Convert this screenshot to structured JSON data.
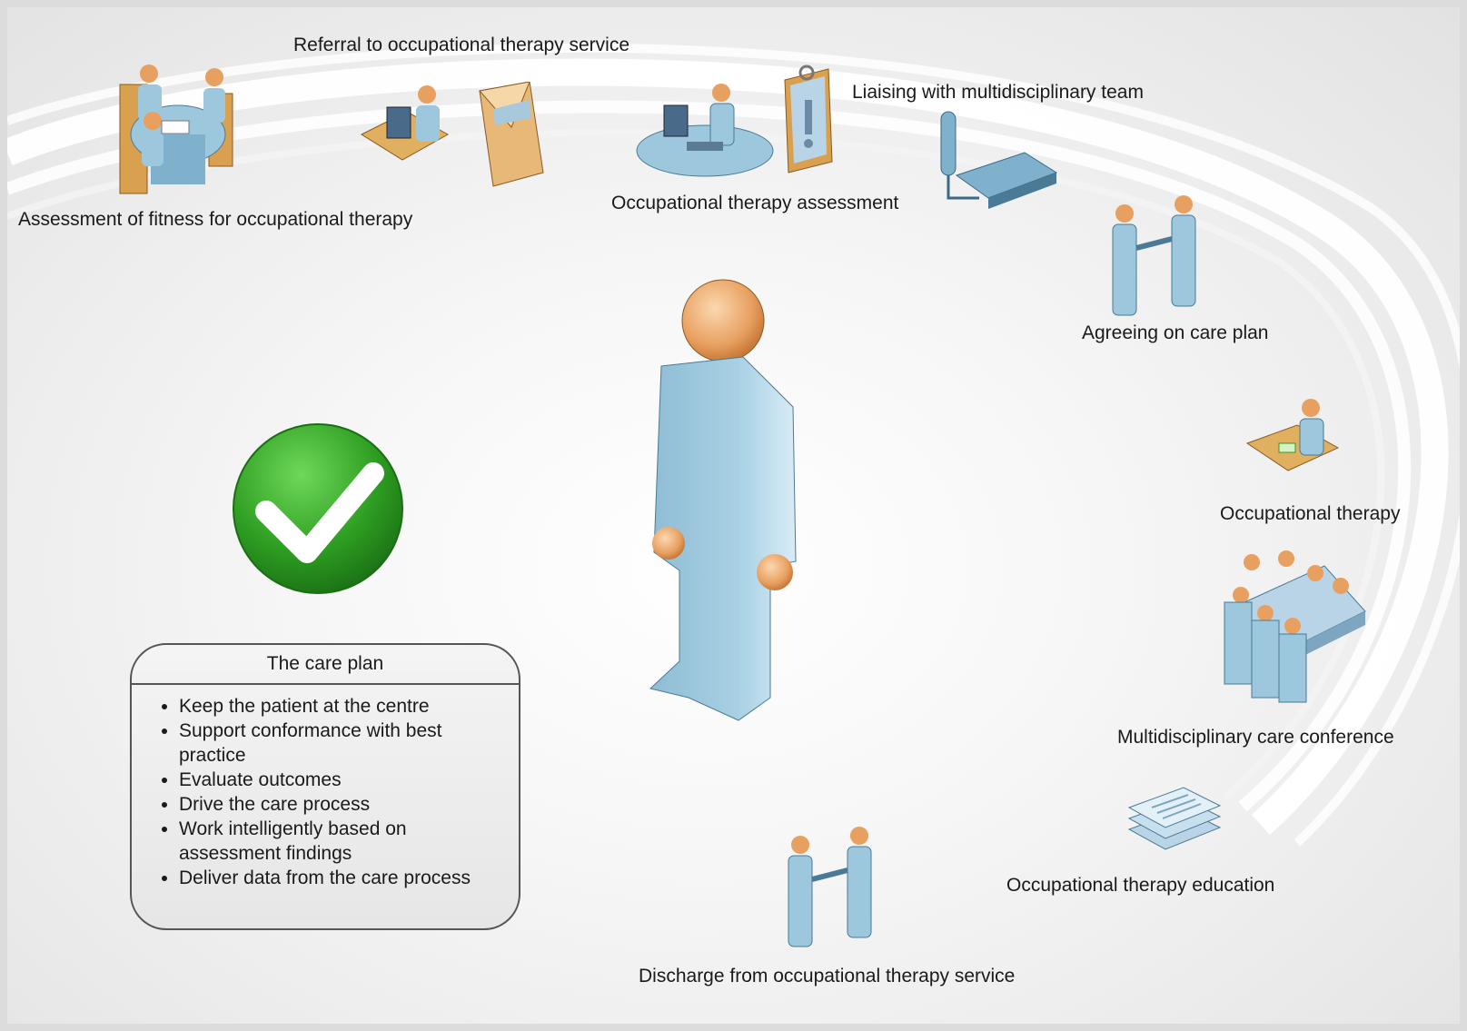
{
  "steps": {
    "referral": "Referral to occupational therapy service",
    "fitness": "Assessment of fitness for occupational therapy",
    "assessment": "Occupational therapy assessment",
    "liaising": "Liaising with multidisciplinary team",
    "agreeing": "Agreeing on care plan",
    "therapy": "Occupational therapy",
    "conference": "Multidisciplinary care conference",
    "education": "Occupational therapy education",
    "discharge": "Discharge from occupational therapy service"
  },
  "care_plan": {
    "title": "The care plan",
    "items": [
      "Keep the patient at the centre",
      "Support conformance with best practice",
      "Evaluate outcomes",
      "Drive the care process",
      "Work intelligently based on assessment findings",
      "Deliver data from the care process"
    ]
  },
  "icons": {
    "fitness": "meeting-table-icon",
    "referral": "computer-user-icon",
    "envelope": "envelope-icon",
    "assessment": "workstation-icon",
    "clipboard": "clipboard-alert-icon",
    "liaising": "telephone-icon",
    "agreeing": "handshake-icon",
    "therapy": "desk-writer-icon",
    "conference": "conference-table-icon",
    "education": "document-stack-icon",
    "discharge": "handshake-icon",
    "patient": "patient-figure-icon",
    "check": "checkmark-icon"
  },
  "colors": {
    "skin": "#e8a060",
    "body": "#9cc7dd",
    "wood": "#d9a050",
    "check_green": "#2e9e22"
  }
}
